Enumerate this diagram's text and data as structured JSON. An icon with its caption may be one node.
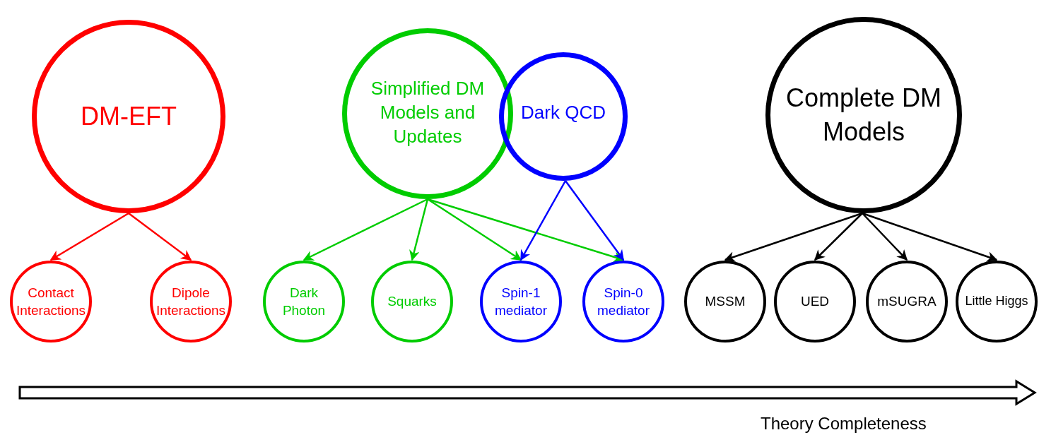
{
  "diagram": {
    "nodes": [
      {
        "text": [
          "DM-EFT"
        ]
      },
      {
        "text": [
          "Simplified DM Models and Updates"
        ]
      },
      {
        "text": [
          "Dark QCD"
        ]
      },
      {
        "text": [
          "Complete DM Models"
        ]
      },
      {
        "text": [
          "Contact Interactions"
        ]
      },
      {
        "text": [
          "Dipole Interactions"
        ]
      },
      {
        "text": [
          "Dark Photon"
        ]
      },
      {
        "text": [
          "Squarks"
        ]
      },
      {
        "text": [
          "Spin-1 mediator"
        ]
      },
      {
        "text": [
          "Spin-0 mediator"
        ]
      },
      {
        "text": [
          "MSSM"
        ]
      },
      {
        "text": [
          "UED"
        ]
      },
      {
        "text": [
          "mSUGRA"
        ]
      },
      {
        "text": [
          "Little Higgs"
        ]
      }
    ],
    "edges": [
      {
        "from": 0,
        "to": 4,
        "arrow": "to",
        "color": "#ff0000"
      },
      {
        "from": 0,
        "to": 5,
        "arrow": "to",
        "color": "#ff0000"
      },
      {
        "from": 1,
        "to": 6,
        "arrow": "to",
        "color": "#00cc00"
      },
      {
        "from": 1,
        "to": 7,
        "arrow": "to",
        "color": "#00cc00"
      },
      {
        "from": 1,
        "to": 8,
        "arrow": "to",
        "color": "#00cc00"
      },
      {
        "from": 1,
        "to": 9,
        "arrow": "to",
        "color": "#00cc00"
      },
      {
        "from": 2,
        "to": 8,
        "arrow": "to",
        "color": "#0000ff"
      },
      {
        "from": 2,
        "to": 9,
        "arrow": "to",
        "color": "#0000ff"
      },
      {
        "from": 3,
        "to": 10,
        "arrow": "to",
        "color": "#000000"
      },
      {
        "from": 3,
        "to": 11,
        "arrow": "to",
        "color": "#000000"
      },
      {
        "from": 3,
        "to": 12,
        "arrow": "to",
        "color": "#000000"
      },
      {
        "from": 3,
        "to": 13,
        "arrow": "to",
        "color": "#000000"
      }
    ],
    "labels": [
      "Theory Completeness"
    ]
  }
}
